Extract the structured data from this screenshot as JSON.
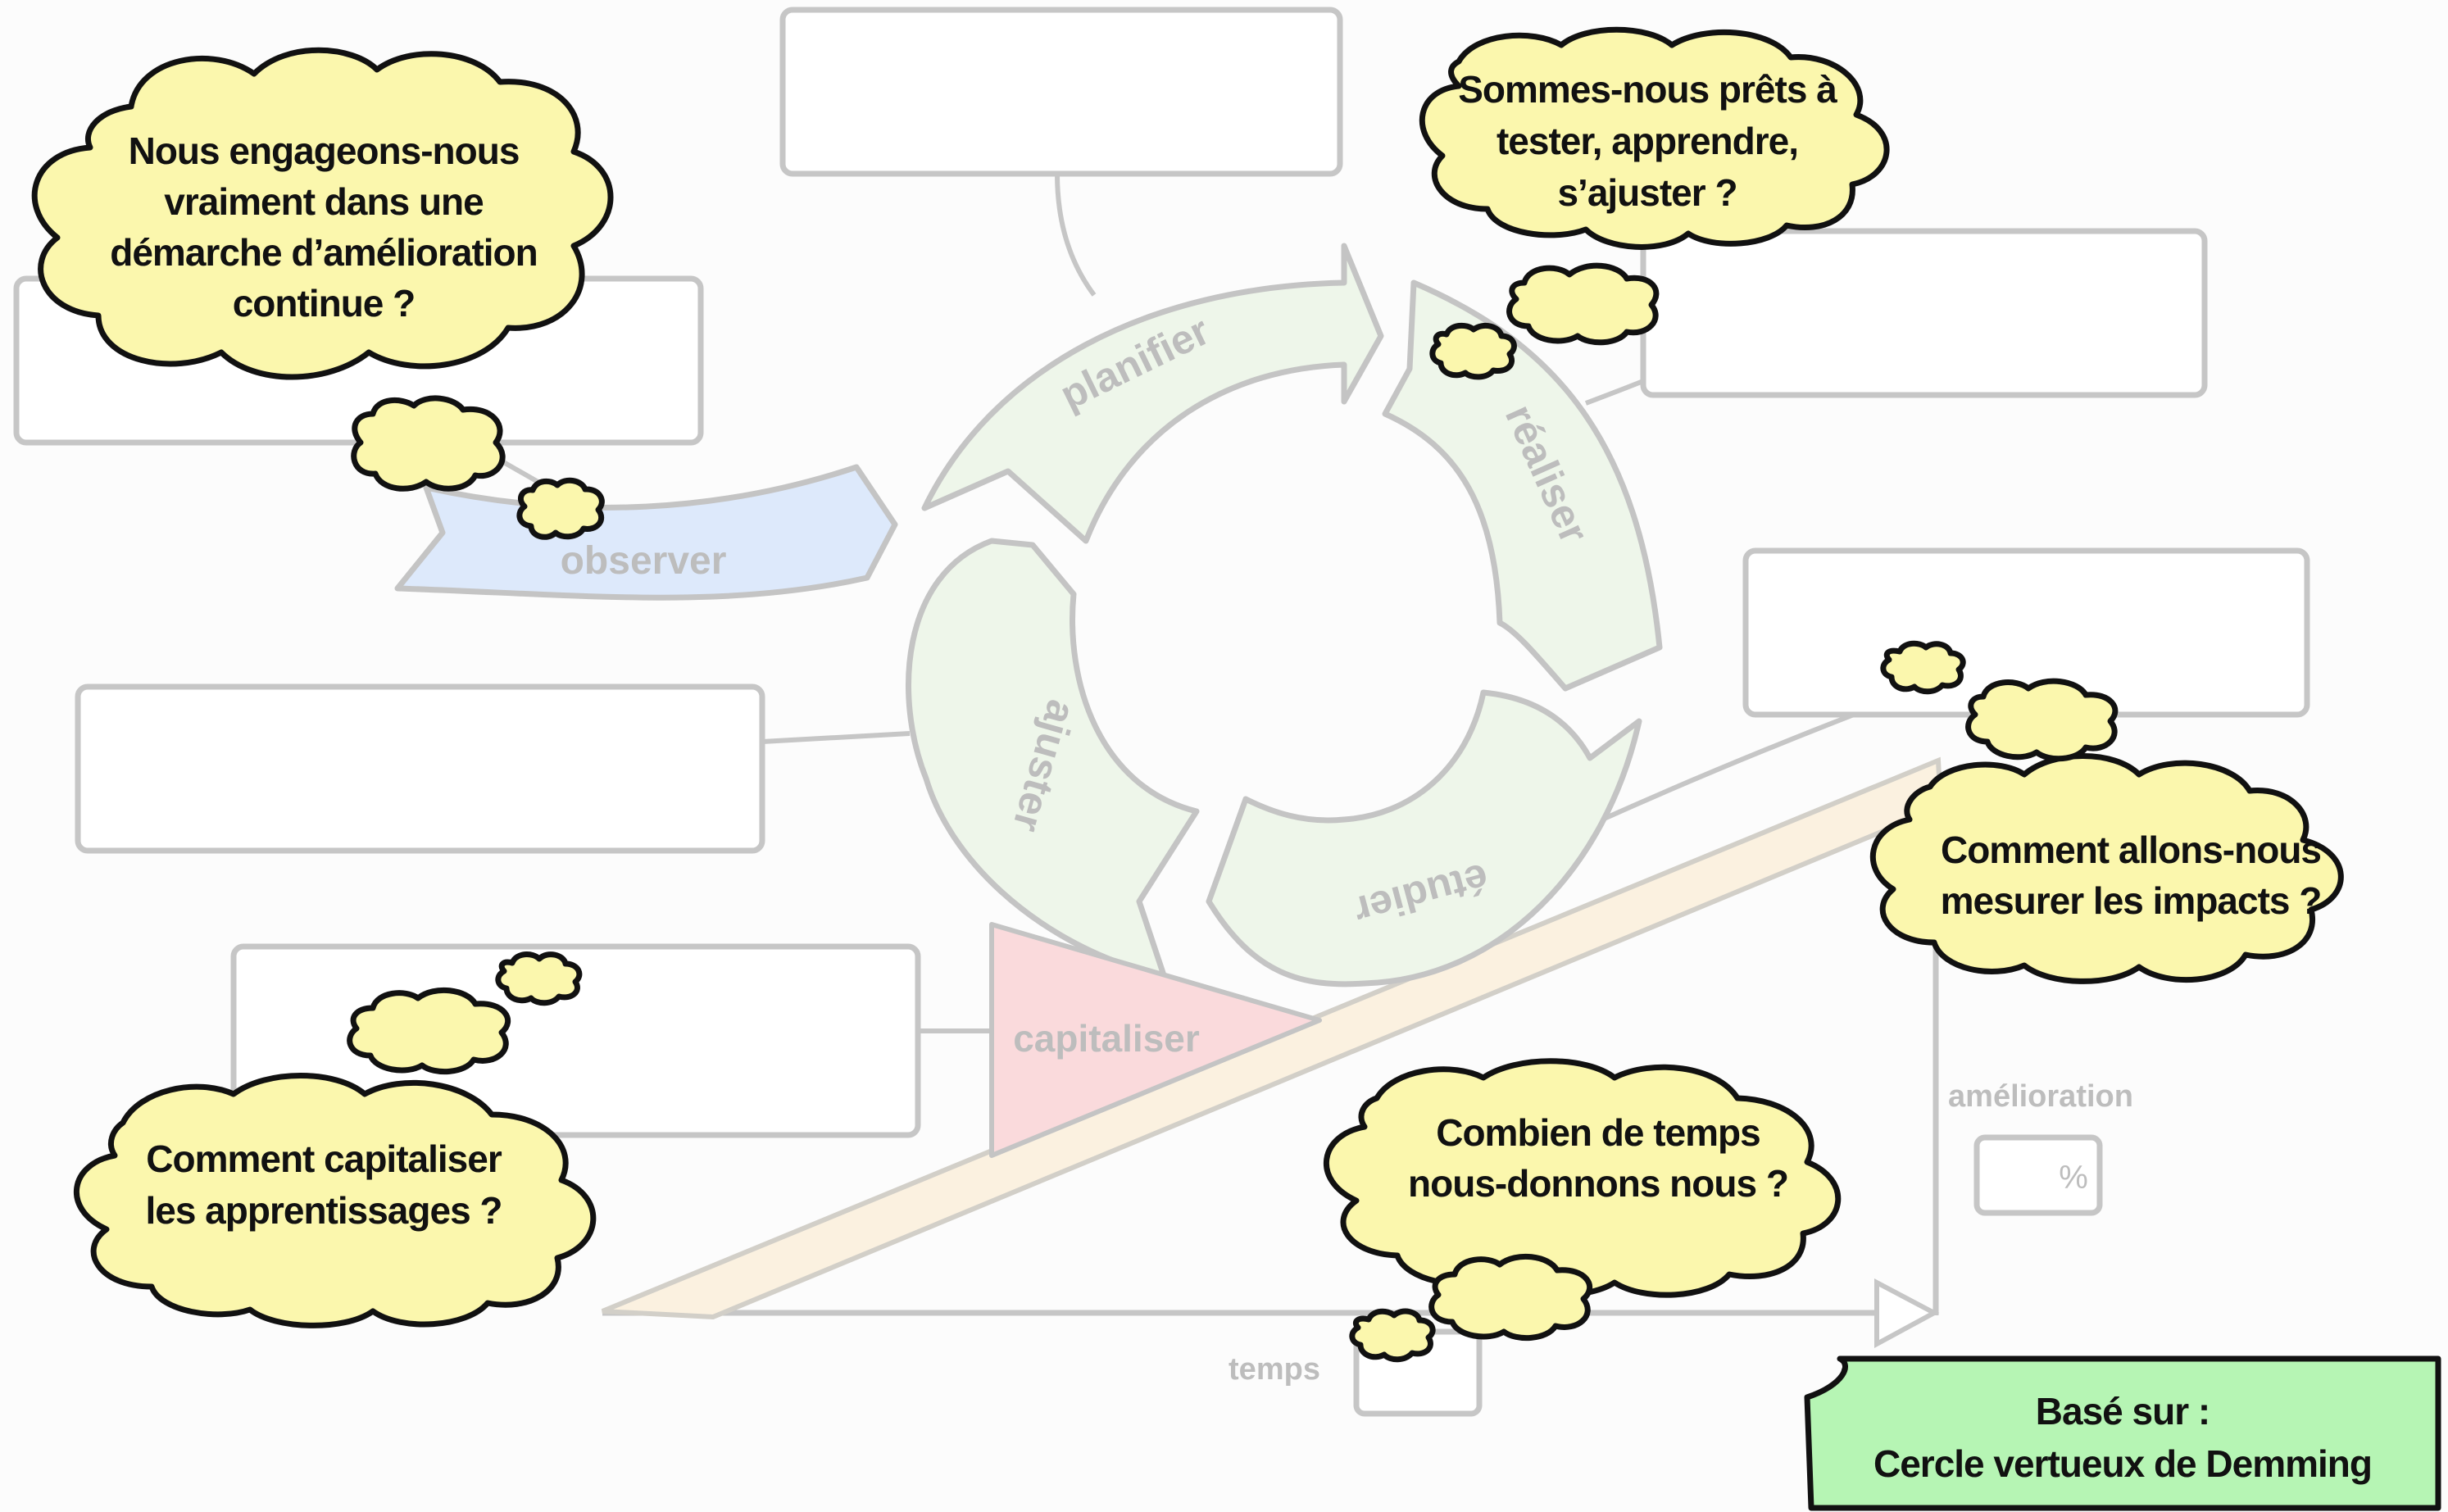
{
  "cycle": {
    "plan": "planifier",
    "do": "réaliser",
    "study": "étudier",
    "act": "ajuster"
  },
  "observe": "observer",
  "capitalize": "capitaliser",
  "axes": {
    "x_label": "temps",
    "y_label": "amélioration",
    "y_unit": "%"
  },
  "bubbles": {
    "commit": [
      "Nous engageons-nous",
      "vraiment dans une",
      "démarche d’amélioration",
      "continue ?"
    ],
    "ready": [
      "Sommes-nous prêts à",
      "tester, apprendre,",
      "s’ajuster ?"
    ],
    "measure": [
      "Comment allons-nous",
      "mesurer les impacts ?"
    ],
    "capitalize": [
      "Comment capitaliser",
      "les apprentissages ?"
    ],
    "time": [
      "Combien de temps",
      "nous-donnons nous ?"
    ]
  },
  "note": {
    "line1": "Basé sur :",
    "line2": "Cercle vertueux de Demming"
  },
  "colors": {
    "cycle_fill": "#eef6ea",
    "observe_fill": "#dde9fb",
    "capitalize_fill": "#fadadc",
    "ramp_fill": "#fbf1e0",
    "bubble_fill": "#fbf7ad",
    "note_fill": "#b6f5b4",
    "faint_stroke": "#c8c8c8"
  }
}
